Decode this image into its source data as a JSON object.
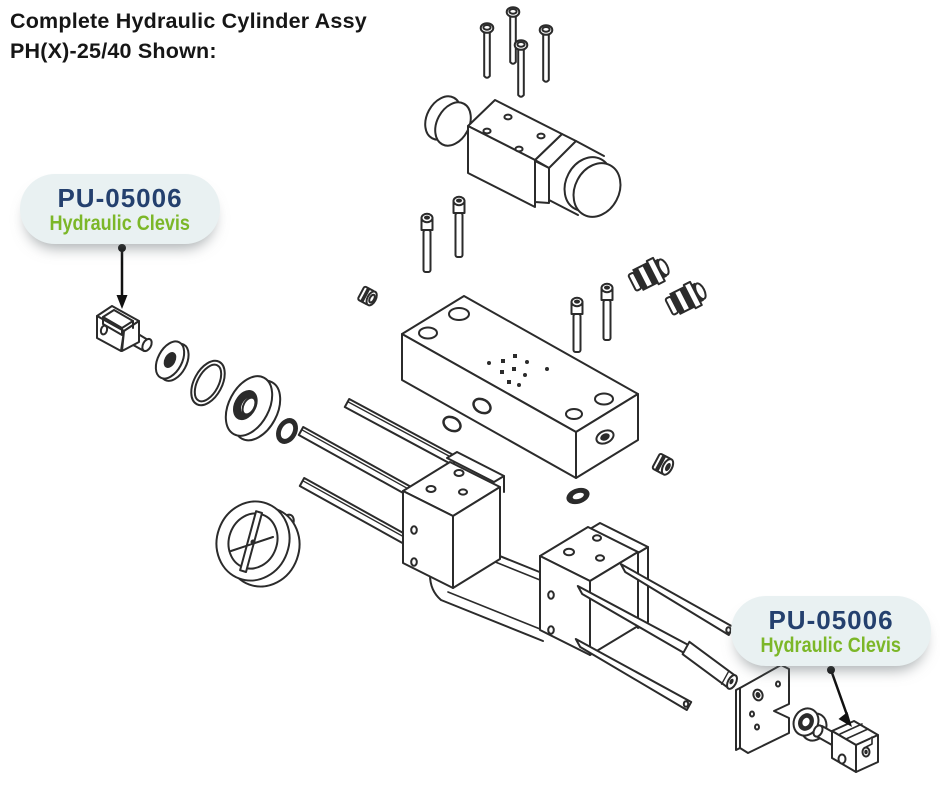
{
  "title": {
    "line1": "Complete Hydraulic Cylinder Assy",
    "line2": "PH(X)-25/40 Shown:"
  },
  "callouts": {
    "left": {
      "part_number": "PU-05006",
      "part_name": "Hydraulic Clevis"
    },
    "right": {
      "part_number": "PU-05006",
      "part_name": "Hydraulic Clevis"
    }
  },
  "colors": {
    "part_number_text": "#24406e",
    "part_name_text": "#7cb728",
    "callout_background": "#e9f1f2",
    "line_art": "#2b2b2b",
    "background": "#ffffff"
  },
  "diagram": {
    "type": "exploded-isometric-line-drawing",
    "subject": "Complete hydraulic cylinder assembly",
    "parts": [
      "mounting-pins",
      "solenoid-valve",
      "valve-bolts",
      "hex-plug",
      "manifold-block",
      "manifold-screws",
      "hydraulic-fittings",
      "jam-nut",
      "small-o-ring-flat",
      "rod-washer",
      "large-o-ring",
      "gland-bushing",
      "small-o-ring",
      "front-hydraulic-clevis",
      "adjustment-knob",
      "cylinder-tube",
      "front-end-cap",
      "rear-end-cap",
      "front-tie-rods",
      "rear-tie-rods",
      "piston-rod",
      "mounting-plate",
      "pivot-bushing",
      "rear-hydraulic-clevis"
    ]
  }
}
